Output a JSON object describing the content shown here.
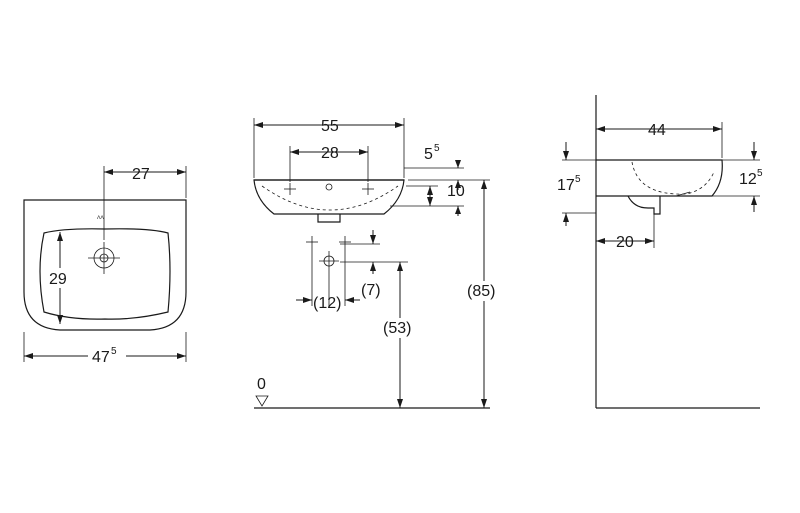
{
  "views": {
    "top_view": {
      "dim_tap_offset": "27",
      "dim_bowl_depth": "29",
      "dim_width": {
        "main": "47",
        "sup": "5"
      }
    },
    "front_view": {
      "dim_width": "55",
      "dim_hole_spacing": "28",
      "dim_rim_top": {
        "main": "5",
        "sup": "5"
      },
      "dim_rim_height": "10",
      "dim_outlet_spacing": "(12)",
      "dim_outlet_offset": "(7)",
      "dim_outlet_height": "(53)",
      "dim_total_height": "(85)",
      "floor_level": "0"
    },
    "side_view": {
      "dim_depth": "44",
      "dim_outlet_wall": "20",
      "dim_left_height": {
        "main": "17",
        "sup": "5"
      },
      "dim_right_height": {
        "main": "12",
        "sup": "5"
      }
    }
  }
}
